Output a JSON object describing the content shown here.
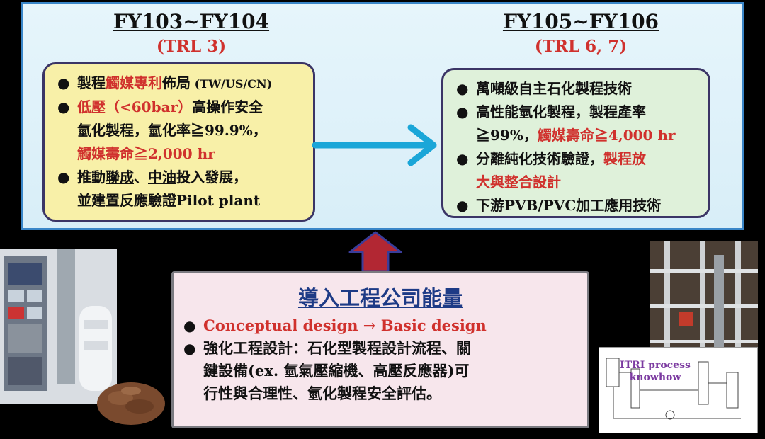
{
  "left_column": {
    "title": "FY103~FY104",
    "subtitle": "(TRL 3)",
    "bullets": [
      {
        "a": "製程",
        "b": "觸媒專利",
        "c": "佈局",
        "d": " (TW/US/CN)"
      },
      {
        "line1_red": "低壓（<60bar）",
        "line1_rest": "高操作安全",
        "line2": "氫化製程，氫化率≧99.9%，",
        "line3": "觸媒壽命≧2,000 hr"
      },
      {
        "a": "推動",
        "b": "聯成",
        "c": "、",
        "d": "中油",
        "e": "投入發展，",
        "line2": "並建置反應驗證Pilot plant"
      }
    ]
  },
  "right_column": {
    "title": "FY105~FY106",
    "subtitle": "(TRL 6, 7)",
    "bullets": [
      {
        "text": "萬噸級自主石化製程技術"
      },
      {
        "line1": "高性能氫化製程，製程產率",
        "line2_a": "≧99%，",
        "line2_b": "觸媒壽命≧4,000 hr"
      },
      {
        "line1_a": "分離純化技術驗證，",
        "line1_b": "製程放",
        "line2": "大與整合設計"
      },
      {
        "text": "下游PVB/PVC加工應用技術"
      }
    ]
  },
  "bottom_box": {
    "title": "導入工程公司能量",
    "bullet1": "Conceptual design → Basic design",
    "bullet2_line1": "強化工程設計：石化型製程設計流程、關",
    "bullet2_line2": "鍵設備(ex. 氫氣壓縮機、高壓反應器)可",
    "bullet2_line3": "行性與合理性、氫化製程安全評估。"
  },
  "photo_label": {
    "line1": "ITRI process",
    "line2": "knowhow"
  },
  "bullet_glyph": "●",
  "colors": {
    "accent_blue": "#3a86c8",
    "red_text": "#d0312d",
    "title_blue": "#1e3b86",
    "arrow_cyan": "#1aa6d8",
    "arrow_red": "#b22733"
  }
}
